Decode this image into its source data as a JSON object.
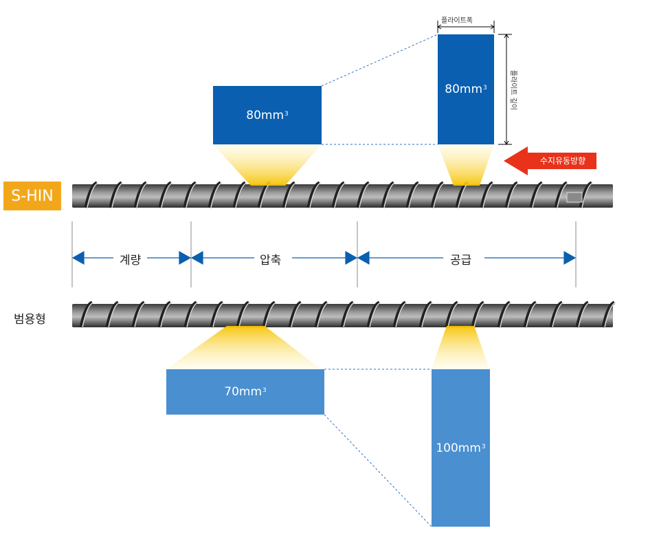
{
  "screws": {
    "top_label": "S-HIN",
    "bottom_label": "범용형"
  },
  "sections": {
    "metering": "계량",
    "compression": "압축",
    "feed": "공급"
  },
  "flow_direction": "수지유동방향",
  "dimensions": {
    "flight_width": "플라이트폭",
    "flight_depth": "플라이트 깊이"
  },
  "volumes": {
    "top_compression": {
      "value": "80mm",
      "exponent": "3"
    },
    "top_feed": {
      "value": "80mm",
      "exponent": "3"
    },
    "bottom_compression": {
      "value": "70mm",
      "exponent": "3"
    },
    "bottom_feed": {
      "value": "100mm",
      "exponent": "3"
    }
  },
  "colors": {
    "shin_tag": "#f2a71b",
    "top_boxes": "#0a5fb0",
    "bottom_boxes": "#4a8fd0",
    "arrows": "#0a5fb0",
    "flow_arrow": "#e8321a"
  }
}
